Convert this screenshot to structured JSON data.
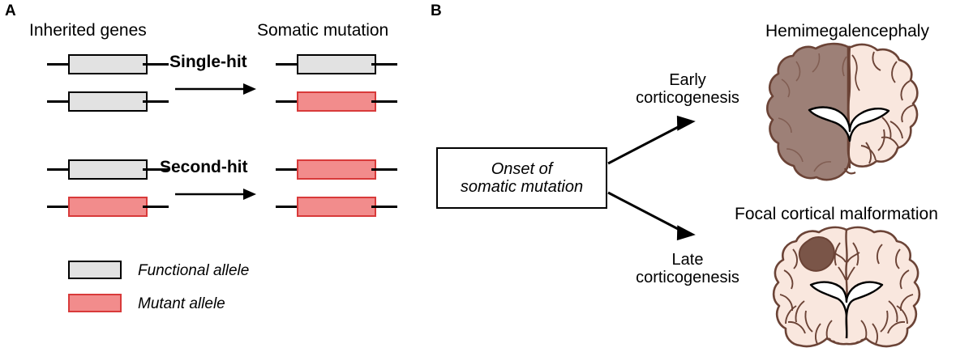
{
  "figure": {
    "panels": [
      {
        "letter": "A"
      },
      {
        "letter": "B"
      }
    ]
  },
  "panelA": {
    "letter": "A",
    "headings": {
      "inherited": "Inherited genes",
      "somatic": "Somatic mutation"
    },
    "mechanisms": [
      {
        "label": "Single-hit",
        "arrow_icon": "arrow-right-icon",
        "before": [
          {
            "allele": "functional"
          },
          {
            "allele": "functional"
          }
        ],
        "after": [
          {
            "allele": "functional"
          },
          {
            "allele": "mutant"
          }
        ]
      },
      {
        "label": "Second-hit",
        "arrow_icon": "arrow-right-icon",
        "before": [
          {
            "allele": "functional"
          },
          {
            "allele": "mutant"
          }
        ],
        "after": [
          {
            "allele": "mutant"
          },
          {
            "allele": "mutant"
          }
        ]
      }
    ],
    "legend": [
      {
        "swatch": "functional",
        "label": "Functional allele"
      },
      {
        "swatch": "mutant",
        "label": "Mutant allele"
      }
    ]
  },
  "panelB": {
    "letter": "B",
    "onset_box": {
      "text": "Onset of\nsomatic mutation"
    },
    "branches": [
      {
        "timing": "Early\ncorticogenesis",
        "arrow_icon": "arrow-up-right-icon",
        "outcome_title": "Hemimegalencephaly",
        "brain_icon": "brain-coronal-hemimegalencephaly-icon",
        "affected": "left-hemisphere-enlarged"
      },
      {
        "timing": "Late\ncorticogenesis",
        "arrow_icon": "arrow-down-right-icon",
        "outcome_title": "Focal cortical malformation",
        "brain_icon": "brain-coronal-focal-lesion-icon",
        "affected": "left-superior-focal-lesion"
      }
    ]
  },
  "colors": {
    "functional_allele_fill": "#e2e2e2",
    "functional_allele_stroke": "#000000",
    "mutant_allele_fill": "#f28c8c",
    "mutant_allele_stroke": "#d83a3a",
    "brain_normal_fill": "#f9e7de",
    "brain_affected_fill": "#9d8077",
    "brain_focal_lesion_fill": "#7a5548",
    "brain_outline": "#6b4336",
    "background": "#ffffff"
  }
}
